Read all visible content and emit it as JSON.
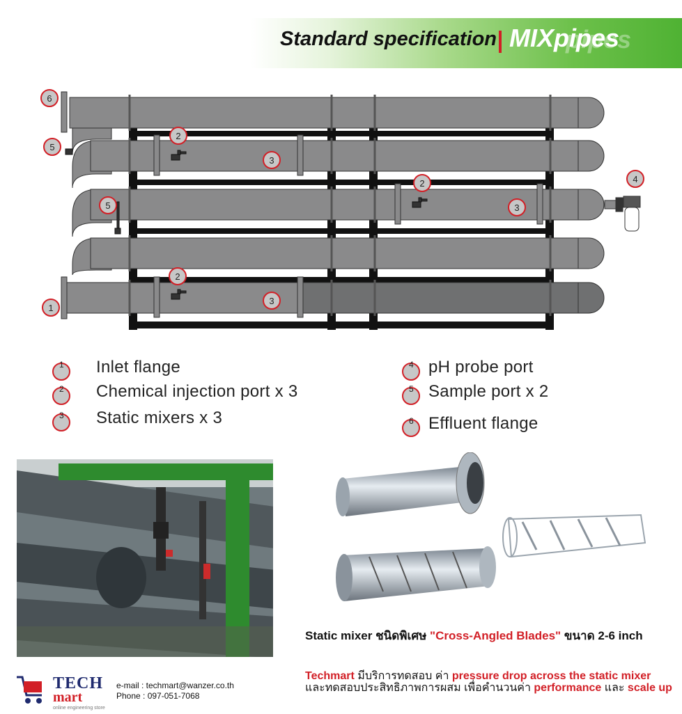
{
  "header": {
    "title": "Standard specification",
    "brand": "MIXpipes"
  },
  "diagram": {
    "callouts": [
      "1",
      "2",
      "2",
      "2",
      "3",
      "3",
      "3",
      "4",
      "5",
      "5",
      "6"
    ]
  },
  "legend": [
    {
      "num": "1",
      "label": "Inlet flange"
    },
    {
      "num": "2",
      "label": "Chemical injection  port  x 3"
    },
    {
      "num": "3",
      "label": "Static mixers x 3"
    },
    {
      "num": "4",
      "label": "pH probe port"
    },
    {
      "num": "5",
      "label": "Sample port  x 2"
    },
    {
      "num": "6",
      "label": "Effluent flange"
    }
  ],
  "mixer_caption": {
    "lead": "Static mixer ชนิดพิเศษ ",
    "highlight": "\"Cross-Angled Blades\"",
    "tail": " ขนาด 2-6 inch"
  },
  "service_note": {
    "p1": "Techmart",
    "p2": " มีบริการทดสอบ ค่า ",
    "p3": "pressure drop across the static mixer",
    "p4": " และทดสอบประสิทธิภาพการผสม เพื่อคำนวนค่า ",
    "p5": "performance",
    "p6": " และ ",
    "p7": "scale up"
  },
  "footer": {
    "logo_tech": "TECH",
    "logo_mart": "mart",
    "logo_tag": "online engineering store",
    "email": "e-mail : techmart@wanzer.co.th",
    "phone": "Phone : 097-051-7068"
  },
  "colors": {
    "pipe": "#8a8a8b",
    "pipe_dark": "#6f7071",
    "frame": "#111111",
    "callout_border": "#d21f26",
    "callout_fill": "#c7c7c7",
    "banner_green": "#4fb233",
    "accent_red": "#d21f26"
  }
}
